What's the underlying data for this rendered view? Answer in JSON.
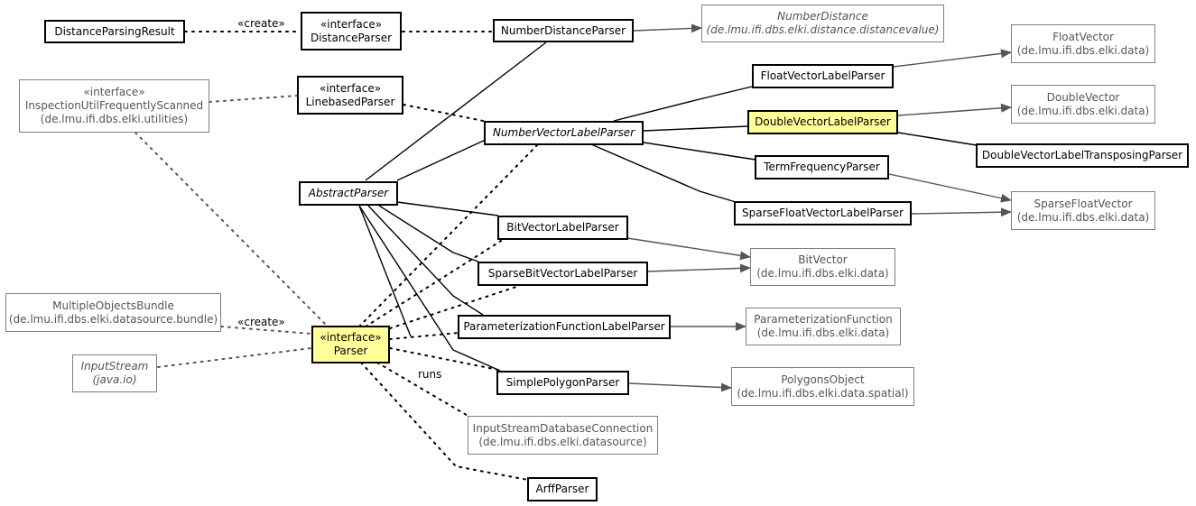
{
  "nodes": {
    "distance_parsing_result": {
      "name": "DistanceParsingResult"
    },
    "distance_parser": {
      "stereotype": "«interface»",
      "name": "DistanceParser"
    },
    "number_distance_parser": {
      "name": "NumberDistanceParser"
    },
    "number_distance": {
      "name": "NumberDistance",
      "package": "(de.lmu.ifi.dbs.elki.distance.distancevalue)"
    },
    "inspection_util": {
      "stereotype": "«interface»",
      "name": "InspectionUtilFrequentlyScanned",
      "package": "(de.lmu.ifi.dbs.elki.utilities)"
    },
    "linebased_parser": {
      "stereotype": "«interface»",
      "name": "LinebasedParser"
    },
    "float_vector_label_parser": {
      "name": "FloatVectorLabelParser"
    },
    "float_vector": {
      "name": "FloatVector",
      "package": "(de.lmu.ifi.dbs.elki.data)"
    },
    "double_vector_label_parser": {
      "name": "DoubleVectorLabelParser"
    },
    "double_vector": {
      "name": "DoubleVector",
      "package": "(de.lmu.ifi.dbs.elki.data)"
    },
    "number_vector_label_parser": {
      "name": "NumberVectorLabelParser"
    },
    "double_vector_label_transposing_parser": {
      "name": "DoubleVectorLabelTransposingParser"
    },
    "term_frequency_parser": {
      "name": "TermFrequencyParser"
    },
    "abstract_parser": {
      "name": "AbstractParser"
    },
    "sparse_float_vector_label_parser": {
      "name": "SparseFloatVectorLabelParser"
    },
    "sparse_float_vector": {
      "name": "SparseFloatVector",
      "package": "(de.lmu.ifi.dbs.elki.data)"
    },
    "bit_vector_label_parser": {
      "name": "BitVectorLabelParser"
    },
    "bit_vector": {
      "name": "BitVector",
      "package": "(de.lmu.ifi.dbs.elki.data)"
    },
    "sparse_bit_vector_label_parser": {
      "name": "SparseBitVectorLabelParser"
    },
    "multiple_objects_bundle": {
      "name": "MultipleObjectsBundle",
      "package": "(de.lmu.ifi.dbs.elki.datasource.bundle)"
    },
    "parameterization_function_label_parser": {
      "name": "ParameterizationFunctionLabelParser"
    },
    "parameterization_function": {
      "name": "ParameterizationFunction",
      "package": "(de.lmu.ifi.dbs.elki.data)"
    },
    "parser": {
      "stereotype": "«interface»",
      "name": "Parser"
    },
    "input_stream": {
      "name": "InputStream",
      "package": "(java.io)"
    },
    "simple_polygon_parser": {
      "name": "SimplePolygonParser"
    },
    "polygons_object": {
      "name": "PolygonsObject",
      "package": "(de.lmu.ifi.dbs.elki.data.spatial)"
    },
    "input_stream_database_connection": {
      "name": "InputStreamDatabaseConnection",
      "package": "(de.lmu.ifi.dbs.elki.datasource)"
    },
    "arff_parser": {
      "name": "ArffParser"
    }
  },
  "edge_labels": {
    "create_distance": "«create»",
    "create_bundle": "«create»",
    "runs": "runs"
  },
  "colors": {
    "highlight": "#ffff99",
    "line": "#000000",
    "external_line": "#555555",
    "external_border": "#7f7f7f",
    "external_text": "#555555"
  }
}
